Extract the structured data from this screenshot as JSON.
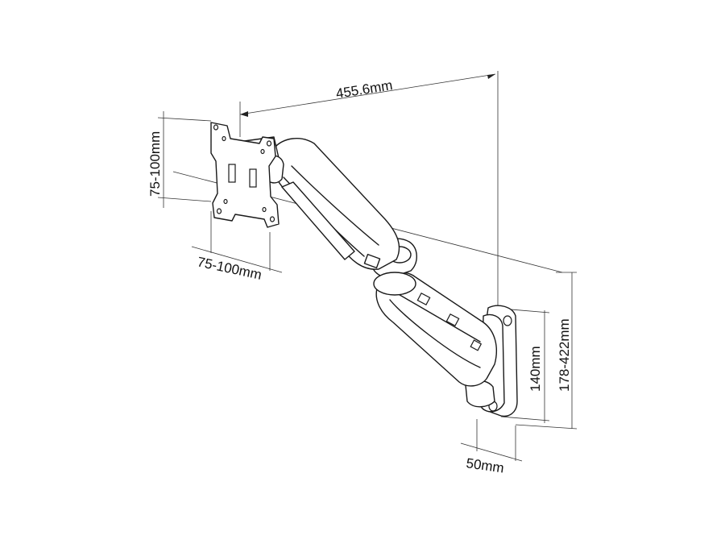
{
  "dimensions": {
    "reach": "455.6mm",
    "vesa_vertical": "75-100mm",
    "vesa_horizontal": "75-100mm",
    "plate_height": "140mm",
    "total_height": "178-422mm",
    "plate_depth": "50mm"
  },
  "colors": {
    "line": "#1a1a1a",
    "background": "#ffffff"
  }
}
